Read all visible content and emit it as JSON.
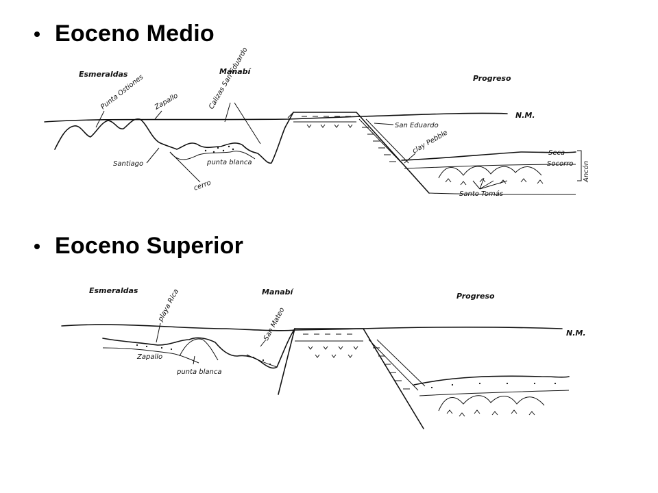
{
  "sections": [
    {
      "heading": "Eoceno Medio",
      "labels": {
        "esmeraldas": "Esmeraldas",
        "manabi": "Manabí",
        "progreso": "Progreso",
        "nm": "N.M.",
        "punta_ostiones": "Punta Ostiones",
        "zapallo": "Zapallo",
        "calizas_san_eduardo": "Calizas San Eduardo",
        "san_eduardo": "San Eduardo",
        "clay_pebble": "clay Pebble",
        "seca": "Seca",
        "socorro": "Socorro",
        "ancon": "Ancón",
        "santiago": "Santiago",
        "punta_blanca": "punta blanca",
        "cerro": "cerro",
        "santo_tomas": "Santo Tomás"
      }
    },
    {
      "heading": "Eoceno Superior",
      "labels": {
        "esmeraldas": "Esmeraldas",
        "manabi": "Manabí",
        "progreso": "Progreso",
        "nm": "N.M.",
        "playa_rica": "playa Rica",
        "san_mateo": "San Mateo",
        "zapallo": "Zapallo",
        "punta_blanca": "punta blanca"
      }
    }
  ]
}
